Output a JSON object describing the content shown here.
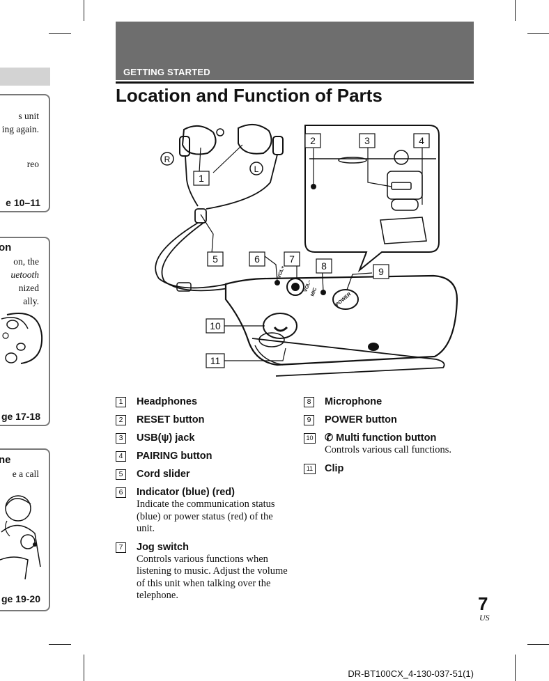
{
  "header": {
    "section": "GETTING STARTED"
  },
  "page_title": "Location and Function of Parts",
  "side_tabs": {
    "tab1": {
      "lines": [
        "s unit",
        "ing again.",
        "",
        "reo"
      ],
      "page": "e 10–11"
    },
    "tab2": {
      "heading": "on",
      "lines": [
        "on, the",
        "uetooth",
        "nized",
        "ally."
      ],
      "page": "ge 17-18"
    },
    "tab3": {
      "heading": "ne",
      "lines": [
        "e a call"
      ],
      "page": "ge 19-20"
    }
  },
  "diagram": {
    "callouts": [
      "1",
      "2",
      "3",
      "4",
      "5",
      "6",
      "7",
      "8",
      "9",
      "10",
      "11"
    ],
    "marks": {
      "right": "R",
      "left": "L"
    },
    "labels": {
      "vol_plus": "VOL+",
      "vol_minus": "VOL–",
      "mic": "MIC",
      "power": "POWER"
    }
  },
  "parts_left": [
    {
      "num": "1",
      "name": "Headphones",
      "desc": ""
    },
    {
      "num": "2",
      "name": "RESET button",
      "desc": ""
    },
    {
      "num": "3",
      "name": "USB(ψ) jack",
      "desc": ""
    },
    {
      "num": "4",
      "name": "PAIRING button",
      "desc": ""
    },
    {
      "num": "5",
      "name": "Cord slider",
      "desc": ""
    },
    {
      "num": "6",
      "name": "Indicator (blue) (red)",
      "desc": "Indicate the communication status (blue) or power status (red) of the unit."
    },
    {
      "num": "7",
      "name": "Jog switch",
      "desc": "Controls various functions when listening to music. Adjust the volume of this unit when talking over the telephone."
    }
  ],
  "parts_right": [
    {
      "num": "8",
      "name": "Microphone",
      "desc": ""
    },
    {
      "num": "9",
      "name": "POWER button",
      "desc": ""
    },
    {
      "num": "10",
      "name": "Multi function button",
      "desc": "Controls various call functions."
    },
    {
      "num": "11",
      "name": "Clip",
      "desc": ""
    }
  ],
  "page_number": "7",
  "page_suffix": "US",
  "document_code": "DR-BT100CX_4-130-037-51(1)"
}
